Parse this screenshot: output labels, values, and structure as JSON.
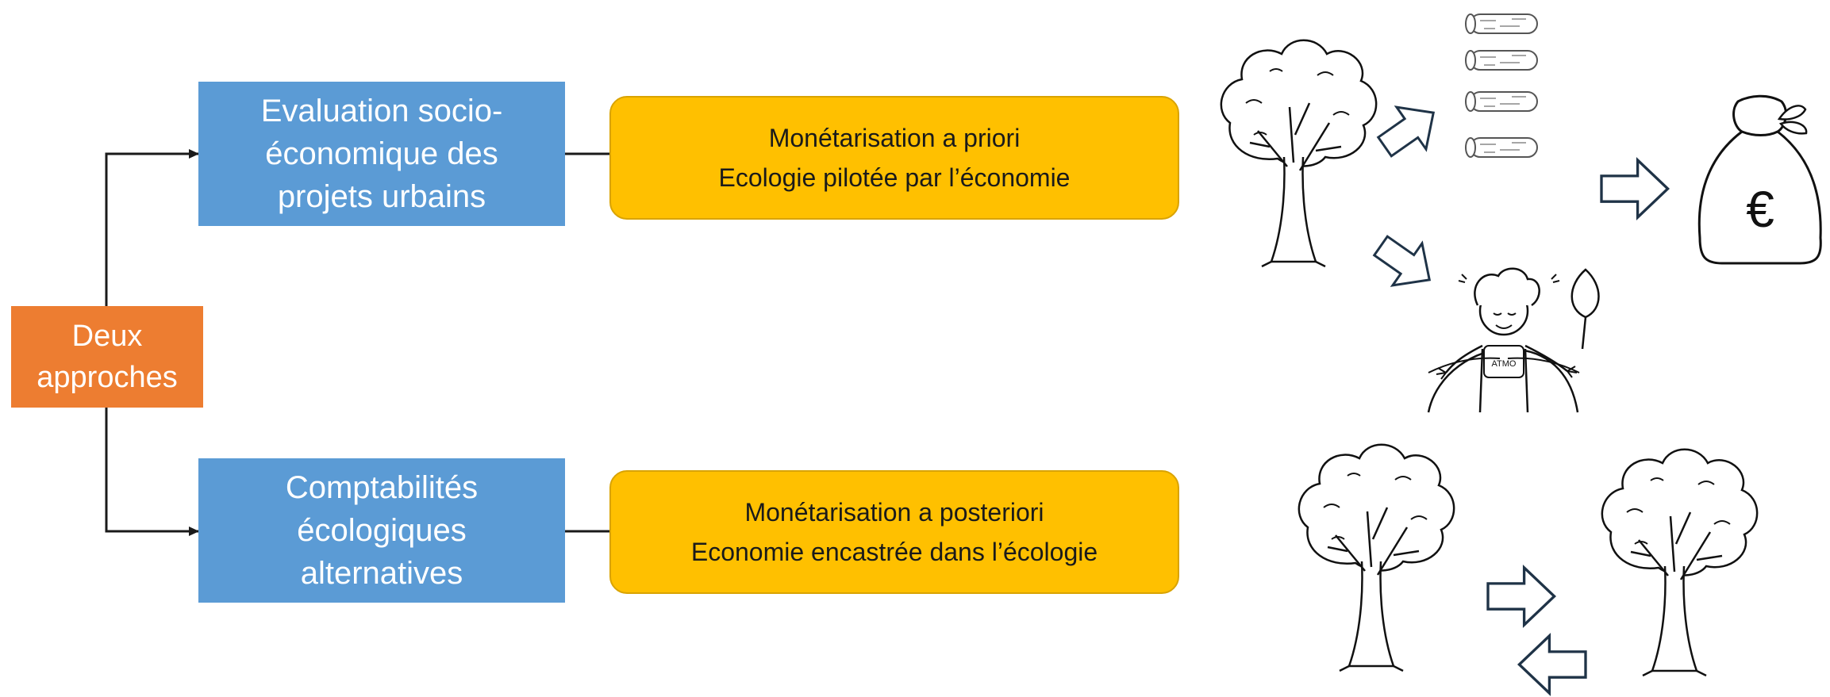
{
  "root": {
    "lines": [
      "Deux",
      "approches"
    ]
  },
  "approaches": [
    {
      "lines": [
        "Evaluation socio-",
        "économique des",
        "projets urbains"
      ]
    },
    {
      "lines": [
        "Comptabilités",
        "écologiques",
        "alternatives"
      ]
    }
  ],
  "descriptions": [
    {
      "lines": [
        "Monétarisation a priori",
        "Ecologie pilotée par l’économie"
      ]
    },
    {
      "lines": [
        "Monétarisation a posteriori",
        "Economie encastrée dans l’écologie"
      ]
    }
  ],
  "illustrations": {
    "money_bag_symbol": "€",
    "apron_text": "ATMO"
  },
  "colors": {
    "root": "#ED7D31",
    "approach": "#5B9BD5",
    "description": "#FFC000",
    "line": "#1a1a1a",
    "arrow_outline": "#1F3347"
  }
}
